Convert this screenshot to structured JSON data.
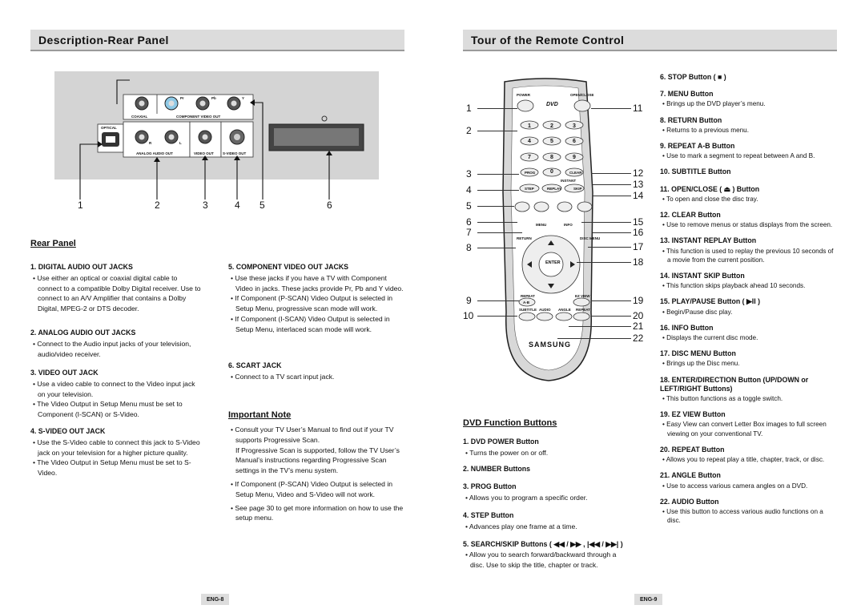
{
  "left": {
    "heading": "Description-Rear Panel",
    "callouts": [
      "1",
      "2",
      "3",
      "4",
      "5",
      "6"
    ],
    "panel_labels": {
      "coaxial": "COAXIAL",
      "component": "COMPONENT VIDEO OUT",
      "optical": "OPTICAL",
      "analog": "ANALOG AUDIO OUT",
      "video": "VIDEO OUT",
      "svideo": "S-VIDEO OUT",
      "pr": "Pr",
      "pb": "Pb",
      "y": "Y",
      "r": "R",
      "l": "L"
    },
    "subheading": "Rear Panel",
    "col1": [
      {
        "title": "1. DIGITAL AUDIO OUT JACKS",
        "bullets": [
          "Use either an optical or coaxial digital cable to connect to a compatible Dolby Digital receiver. Use to connect to an A/V Amplifier that contains a Dolby Digital, MPEG-2 or DTS decoder."
        ]
      },
      {
        "title": "2. ANALOG AUDIO OUT JACKS",
        "bullets": [
          "Connect to the Audio input jacks of your television, audio/video receiver."
        ]
      },
      {
        "title": "3. VIDEO OUT JACK",
        "bullets": [
          "Use a video cable to connect to the Video input jack on your television.",
          "The Video Output in Setup Menu must be set to Component (I-SCAN) or S-Video."
        ]
      },
      {
        "title": "4. S-VIDEO OUT JACK",
        "bullets": [
          "Use the S-Video cable to connect this jack to S-Video jack on your television for a higher picture quality.",
          "The Video Output in Setup Menu must be set to S-Video."
        ]
      }
    ],
    "col2": [
      {
        "title": "5. COMPONENT VIDEO OUT JACKS",
        "bullets": [
          "Use these jacks if you have a TV with Component Video in jacks. These jacks provide Pr, Pb and Y video.",
          "If Component (P-SCAN) Video Output is selected in Setup Menu, progressive scan mode will work.",
          "If Component (I-SCAN) Video Output is selected in Setup Menu, interlaced scan mode will work."
        ]
      },
      {
        "title": "6. SCART JACK",
        "bullets": [
          "Connect to a TV scart input jack."
        ]
      }
    ],
    "note_heading": "Important Note",
    "note_bullets": [
      {
        "text": "Consult your TV User’s Manual to find out if your TV supports Progressive Scan.",
        "cont": "If Progressive Scan is supported, follow the TV User’s Manual’s instructions regarding Progressive Scan settings in the TV’s menu system."
      },
      {
        "text": "If Component (P-SCAN) Video Output is selected in Setup Menu, Video and S-Video will not work."
      },
      {
        "text": "See page 30 to get more information on how to use the setup menu."
      }
    ],
    "page_num": "ENG-8"
  },
  "right": {
    "heading": "Tour of the Remote Control",
    "callouts_left": [
      "1",
      "2",
      "3",
      "4",
      "5",
      "6",
      "7",
      "8",
      "9",
      "10"
    ],
    "callouts_right": [
      "11",
      "12",
      "13",
      "14",
      "15",
      "16",
      "17",
      "18",
      "19",
      "20",
      "21",
      "22"
    ],
    "remote": {
      "power": "POWER",
      "open_close": "OPEN/CLOSE",
      "digits": [
        "1",
        "2",
        "3",
        "4",
        "5",
        "6",
        "7",
        "8",
        "9",
        "0"
      ],
      "prog": "PROG",
      "clear": "CLEAR",
      "instant": "INSTANT",
      "step": "STEP",
      "replay": "REPLAY",
      "skip": "SKIP",
      "menu": "MENU",
      "info": "INFO",
      "return": "RETURN",
      "disc_menu": "DISC MENU",
      "enter": "ENTER",
      "repeat": "REPEAT",
      "ab": "A-B",
      "ez_view": "EZ VIEW",
      "subtitle": "SUBTITLE",
      "audio": "AUDIO",
      "angle": "ANGLE",
      "repeat2": "REPEAT",
      "brand": "SAMSUNG",
      "dvd": "DVD"
    },
    "dvd_heading": "DVD Function Buttons",
    "dvd_items": [
      {
        "title": "1. DVD POWER Button",
        "bullets": [
          "Turns the power on or off."
        ]
      },
      {
        "title": "2. NUMBER Buttons",
        "bullets": []
      },
      {
        "title": "3. PROG Button",
        "bullets": [
          "Allows you to program a specific order."
        ]
      },
      {
        "title": "4. STEP Button",
        "bullets": [
          "Advances play one frame at a time."
        ]
      },
      {
        "title": "5. SEARCH/SKIP Buttons ( ◀◀ / ▶▶ , |◀◀ / ▶▶| )",
        "bullets": [
          "Allow you to search forward/backward through a disc. Use to skip the title, chapter or track."
        ]
      }
    ],
    "list": [
      {
        "title": "6. STOP Button ( ■ )",
        "bullets": []
      },
      {
        "title": "7. MENU Button",
        "bullets": [
          "Brings up the DVD player’s menu."
        ]
      },
      {
        "title": "8. RETURN Button",
        "bullets": [
          "Returns to a previous menu."
        ]
      },
      {
        "title": "9. REPEAT A-B Button",
        "bullets": [
          "Use to mark a segment to repeat between A and B."
        ]
      },
      {
        "title": "10. SUBTITLE Button",
        "bullets": []
      },
      {
        "title": "11. OPEN/CLOSE ( ⏏ ) Button",
        "bullets": [
          "To open and close the disc tray."
        ]
      },
      {
        "title": "12. CLEAR Button",
        "bullets": [
          "Use to remove menus or status displays from the screen."
        ]
      },
      {
        "title": "13. INSTANT REPLAY Button",
        "bullets": [
          "This function is used to replay the previous 10 seconds of a movie from the current position."
        ]
      },
      {
        "title": "14. INSTANT SKIP Button",
        "bullets": [
          "This function skips playback ahead 10 seconds."
        ]
      },
      {
        "title": "15. PLAY/PAUSE Button ( ▶II )",
        "bullets": [
          "Begin/Pause disc play."
        ]
      },
      {
        "title": "16. INFO Button",
        "bullets": [
          "Displays the current disc mode."
        ]
      },
      {
        "title": "17. DISC MENU Button",
        "bullets": [
          "Brings up the Disc menu."
        ]
      },
      {
        "title": "18. ENTER/DIRECTION Button (UP/DOWN or LEFT/RIGHT Buttons)",
        "bullets": [
          "This button functions as a toggle switch."
        ]
      },
      {
        "title": "19. EZ VIEW Button",
        "bullets": [
          "Easy View can convert Letter Box images to full screen viewing on your conventional TV."
        ]
      },
      {
        "title": "20. REPEAT Button",
        "bullets": [
          "Allows you to repeat play a title, chapter, track, or disc."
        ]
      },
      {
        "title": "21. ANGLE Button",
        "bullets": [
          "Use to access various camera angles on a DVD."
        ]
      },
      {
        "title": "22. AUDIO Button",
        "bullets": [
          "Use this button to access various audio functions on a disc."
        ]
      }
    ],
    "page_num": "ENG-9"
  }
}
